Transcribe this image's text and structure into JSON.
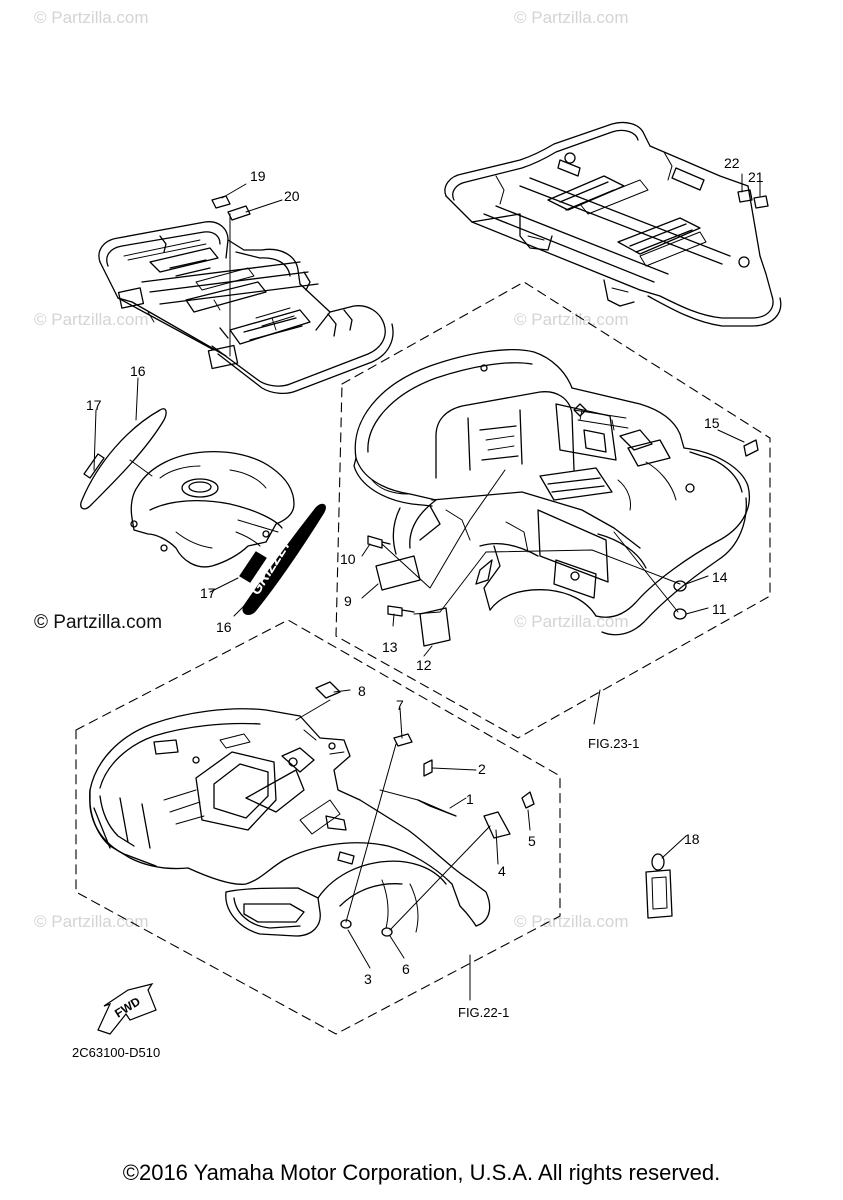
{
  "watermark": "© Partzilla.com",
  "brand": "© Partzilla.com",
  "diagram_code": "2C63100-D510",
  "footer": "©2016 Yamaha Motor Corporation, U.S.A. All rights reserved.",
  "fwd_label": "FWD",
  "decal_text": "GRIZZLY",
  "fig_refs": [
    "FIG.23-1",
    "FIG.22-1"
  ],
  "callouts": [
    "1",
    "2",
    "3",
    "4",
    "5",
    "6",
    "7",
    "8",
    "9",
    "10",
    "11",
    "12",
    "13",
    "14",
    "15",
    "16",
    "16",
    "17",
    "17",
    "18",
    "19",
    "20",
    "21",
    "22"
  ]
}
